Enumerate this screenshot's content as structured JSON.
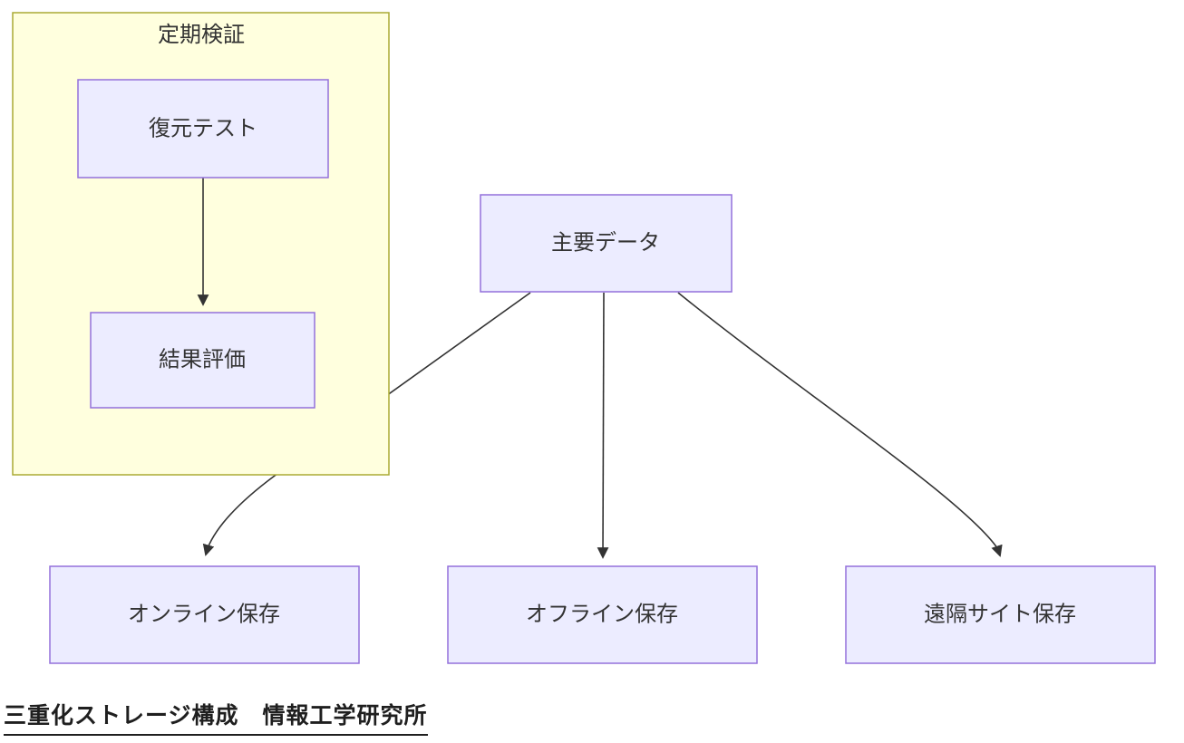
{
  "diagram": {
    "cluster": {
      "label": "定期検証"
    },
    "nodes": {
      "restore_test": {
        "label": "復元テスト"
      },
      "result_eval": {
        "label": "結果評価"
      },
      "main_data": {
        "label": "主要データ"
      },
      "online_storage": {
        "label": "オンライン保存"
      },
      "offline_storage": {
        "label": "オフライン保存"
      },
      "remote_storage": {
        "label": "遠隔サイト保存"
      }
    },
    "edges": [
      {
        "from": "復元テスト",
        "to": "結果評価"
      },
      {
        "from": "主要データ",
        "to": "オンライン保存"
      },
      {
        "from": "主要データ",
        "to": "オフライン保存"
      },
      {
        "from": "主要データ",
        "to": "遠隔サイト保存"
      }
    ],
    "caption": "三重化ストレージ構成　情報工学研究所",
    "colors": {
      "node_fill": "#ECECFF",
      "node_border": "#9370DB",
      "cluster_fill": "#FFFFDE",
      "cluster_border": "#AAAA33",
      "edge": "#333333",
      "text": "#333333"
    }
  }
}
